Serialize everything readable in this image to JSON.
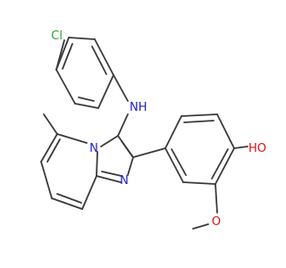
{
  "molecule": {
    "atom_labels": {
      "chlorine": "Cl",
      "amine_nh": "NH",
      "ring_nitrogen_upper": "N",
      "ring_nitrogen_lower": "N",
      "hydroxyl": "HO",
      "methoxy_oxygen": "O"
    },
    "colors": {
      "bond": "#3a3a3a",
      "chlorine": "#2ca02c",
      "nitrogen": "#2020c8",
      "oxygen": "#e01010"
    }
  }
}
